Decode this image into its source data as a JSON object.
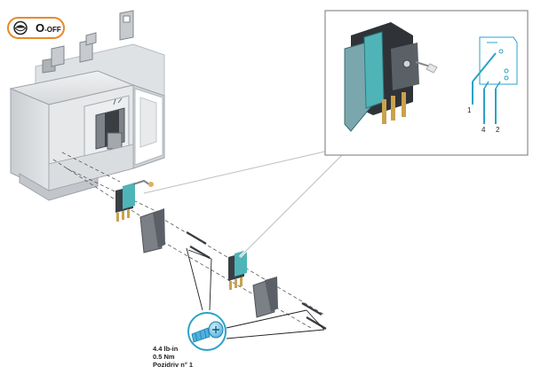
{
  "badge": {
    "letter": "O",
    "text": "-OFF",
    "outline_color": "#e8892a"
  },
  "wiring": {
    "terminals": [
      "1",
      "4",
      "2"
    ]
  },
  "torque": {
    "line1": "4.4 lb-in",
    "line2": "0.5 Nm",
    "line3": "Pozidriv n° 1"
  },
  "colors": {
    "switch_body": "#d9dcdf",
    "teal_part": "#4fb4b8",
    "wire_blue": "#2aa3c8",
    "screw_blue": "#4db0e0",
    "dark": "#2b2b2b"
  }
}
